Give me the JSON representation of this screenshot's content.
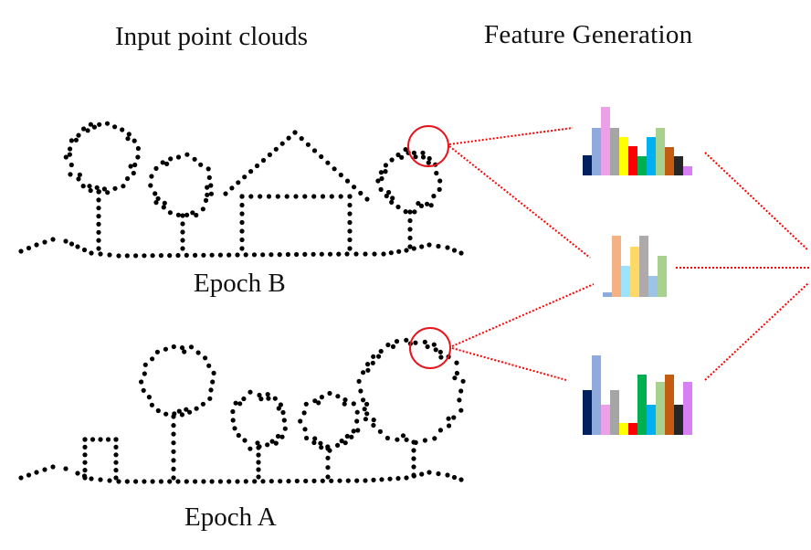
{
  "titles": {
    "input": "Input point clouds",
    "feature": "Feature Generation"
  },
  "epochs": {
    "b": "Epoch B",
    "a": "Epoch A"
  },
  "colors": {
    "point": "#000000",
    "highlight": "#e8141c",
    "connector": "#ff0000"
  },
  "histograms": [
    {
      "name": "feature-histogram-epoch-b",
      "values": [
        22,
        52,
        75,
        52,
        42,
        32,
        21,
        42,
        52,
        31,
        21,
        10
      ],
      "colors": [
        "#002060",
        "#8faadc",
        "#eba0e8",
        "#a5a5a5",
        "#ffff00",
        "#ff0000",
        "#00b050",
        "#00b0f0",
        "#a9d18e",
        "#c55a11",
        "#262626",
        "#d97ff5"
      ]
    },
    {
      "name": "feature-histogram-difference",
      "values": [
        5,
        67,
        34,
        55,
        67,
        23,
        45
      ],
      "colors": [
        "#8faadc",
        "#f4b183",
        "#9de3ff",
        "#ffd966",
        "#aeaaaa",
        "#9dc3e6",
        "#a9d18e"
      ]
    },
    {
      "name": "feature-histogram-epoch-a",
      "values": [
        49,
        87,
        33,
        49,
        13,
        13,
        66,
        33,
        58,
        66,
        33,
        58
      ],
      "colors": [
        "#002060",
        "#8faadc",
        "#eba0e8",
        "#a5a5a5",
        "#ffff00",
        "#ff0000",
        "#00b050",
        "#00b0f0",
        "#a9d18e",
        "#c55a11",
        "#262626",
        "#d97ff5"
      ]
    }
  ]
}
